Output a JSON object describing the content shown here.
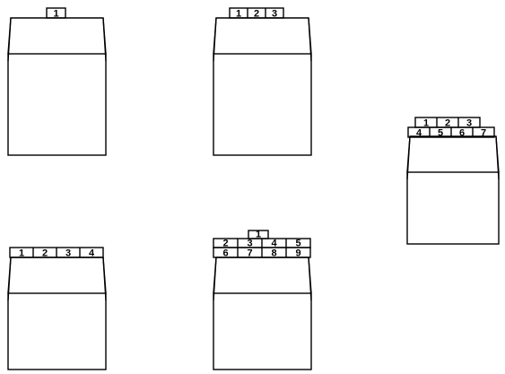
{
  "figures": [
    {
      "id": "fig-a",
      "rows": [
        [
          "1"
        ]
      ]
    },
    {
      "id": "fig-b",
      "rows": [
        [
          "1",
          "2",
          "3"
        ]
      ]
    },
    {
      "id": "fig-c",
      "rows": [
        [
          "1",
          "2",
          "3"
        ],
        [
          "4",
          "5",
          "6",
          "7"
        ]
      ]
    },
    {
      "id": "fig-d",
      "rows": [
        [
          "1",
          "2",
          "3",
          "4"
        ]
      ]
    },
    {
      "id": "fig-e",
      "rows": [
        [
          "1"
        ],
        [
          "2",
          "3",
          "4",
          "5"
        ],
        [
          "6",
          "7",
          "8",
          "9"
        ]
      ]
    }
  ]
}
